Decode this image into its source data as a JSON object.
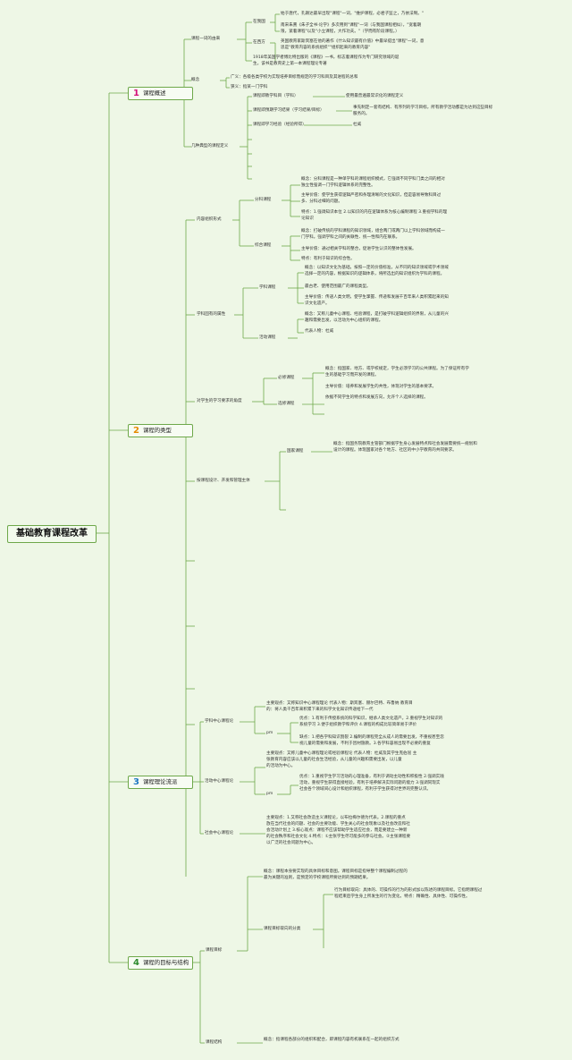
{
  "root": {
    "label": "基础教育课程改革"
  },
  "colors": {
    "line": "#6ea84a",
    "num1": "#d4107a",
    "num2": "#e68a00",
    "num3": "#1f78c2",
    "num4": "#2e8b2e"
  },
  "topics": [
    {
      "num": "1",
      "label": "课程概述"
    },
    {
      "num": "2",
      "label": "课程的类型"
    },
    {
      "num": "3",
      "label": "课程理论流派"
    },
    {
      "num": "4",
      "label": "课程的目标与结构"
    }
  ],
  "nodes": {
    "t1_origin": "课程一词的由来",
    "t1_china": "在我国",
    "t1_china_1a": "始于唐代，孔颖达最早出现\"课程\"一词，\"维护课程，必君子监之，乃依法制。\"",
    "t1_china_2a": "南宋朱熹《朱子全书·论学》多次用到\"课程\"一词（与我国课程相似），\"宽着期",
    "t1_china_2b": "限，紧着课程\"以及\"小立课程，大作功夫。\"（学而有阶段课程。）",
    "t1_west": "在西方",
    "t1_west_1a": "英国教育家斯宾塞在他的著作《什么知识最有价值》中最早提出\"课程\"一词，意",
    "t1_west_1b": "思是\"教育内容的系统组织\"\"组织起来的教育内容\"",
    "t1_west_2a": "1918年美国学者博比特出版的《课程》一书，标志着课程作为专门研究领域的诞",
    "t1_west_2b": "生。该书是教育史上第一本课程理论专著",
    "t1_concept": "概念",
    "t1_concept_broad": "广义：各级各类学校为实现培养目标而规定的学习科目及其进程的总和",
    "t1_concept_narrow": "狭义：指某一门学科",
    "t1_types": "几种典型的课程定义",
    "t1_type1": "课程即教学科目（学科）",
    "t1_type1_d": "使用最普遍最常识化的课程定义",
    "t1_type2": "课程即预期学习结果（学习结果/目标）",
    "t1_type2_da": "事先制定一套有结构、有序列的学习目标，所有教学活动都是为达到这些目标",
    "t1_type2_db": "服务的。",
    "t1_type3": "课程即学习经验（经验所得）",
    "t1_type3_d": "杜威",
    "t2_form": "内容组织形式",
    "t2_subject": "分科课程",
    "t2_subject_c1a": "概念：分科课程是一种单学科的课程组织模式，它强调不同学科门类之间的相对",
    "t2_subject_c1b": "独立性强调一门学科逻辑体系的完整性。",
    "t2_subject_c2a": "主导价值：使学生获得逻辑严密和条理清晰的文化知识，但是容易导致科目过",
    "t2_subject_c2b": "多、分科过细的问题。",
    "t2_subject_c3a": "特点：1.强调知识本位 2.以知识的内在逻辑体系为核心编制课程 3.重视学科的理",
    "t2_subject_c3b": "论知识",
    "t2_integ": "综合课程",
    "t2_integ_c1a": "概念：打破传统的学科课程的知识领域，组合两门或两门以上学科领域而构成一",
    "t2_integ_c1b": "门学科。强调学科之间的关联性、统一性和内在联系。",
    "t2_integ_c2": "主导价值：通过相关学科的整合，促进学生认识的整体性发展。",
    "t2_integ_c3": "特点：有利于知识的综合性。",
    "t2_nature": "学科固有的属性",
    "t2_discipline": "学科课程",
    "t2_disc_c1a": "概念：以知识文化为基础，按照一定的价值标准，从不同的知识领域或学术领域",
    "t2_disc_c1b": "选择一定的内容，根据知识的逻辑体系，将所选出的知识组织为学科的课程。",
    "t2_disc_c2": "最古老、使用范围最广的课程类型。",
    "t2_disc_c3a": "主导价值：传递人类文明，使学生掌握、传递和发展千百年来人类积累起来的知",
    "t2_disc_c3b": "识文化遗产。",
    "t2_activity": "活动课程",
    "t2_act_c1a": "概念：又称儿童中心课程、经验课程，是打破学科逻辑组织的界限，从儿童的兴",
    "t2_act_c1b": "趣和需要出发，以活动为中心组织的课程。",
    "t2_act_c2": "代表人物：杜威",
    "t2_require": "对学生的学习要求的角度",
    "t2_compulsory": "必修课程",
    "t2_comp_c1a": "概念：指国家、地方、或学校规定，学生必须学习的公共课程。为了保证所有学",
    "t2_comp_c1b": "生的基础学习而开发的课程。",
    "t2_comp_c2": "主导价值：培养和发展学生的共性，体现对学生的基本要求。",
    "t2_elective": "选修课程",
    "t2_elective_c": "依据不同学生的特点和发展方向，允许个人选择的课程。",
    "t2_design": "按课程设计、开发和管理主体",
    "t2_national": "国家课程",
    "t2_nat_c1a": "概念：指国务院教育主管部门根据学生身心发展特点和社会发展需要统一规划和",
    "t2_nat_c1b": "设计的课程。体现国家对各个地方、社区的中小学教育的共同要求。",
    "t3_subj_center": "学科中心课程论",
    "t3_sc_view_a": "主要观点：又称知识中心课程理论 代表人物：斯宾塞、赫尔巴特、布鲁纳 教育目",
    "t3_sc_view_b": "的：将人类千百年来积累下来的科学文化知识传递给下一代",
    "t3_sc_pm": "pm",
    "t3_sc_pro_a": "优点：1.有利于传授系统的科学知识，继承人类文化遗产。2.重视学生对知识的",
    "t3_sc_pro_b": "系统学习 3.便于组织教学和评价 4.课程的构成比较简单易于评价",
    "t3_sc_con_a": "缺点：1.把各学科知识割裂 2.编制的课程完全从成人的需要出发，不重视甚至忽",
    "t3_sc_con_b": "视儿童的需要和发展，不利于因材施教。3.各学科容易出现不必要的重复",
    "t3_act_center": "活动中心课程论",
    "t3_ac_view_a": "主要观点：又称儿童中心课程理论或经验课程论 代表人物：杜威及其学生克伯屈 主",
    "t3_ac_view_b": "张教育内容应该以儿童的社会生活经验，从儿童的兴趣和需要出发，以儿童",
    "t3_ac_view_c": "的活动为中心。",
    "t3_ac_pm": "pm",
    "t3_ac_pro_a": "优点：1.重视学生学习活动的心理准备，有利于调动主动性和积极性 2.强调实践",
    "t3_ac_pro_b": "活动，重视学生获得直接经验，有利于培养解决实际问题的能力 3.强调同现实",
    "t3_ac_pro_c": "社会各个领域间心设计和组织课程，有利于学生获得对世界的完整认识。",
    "t3_soc_center": "社会中心课程论",
    "t3_soc_view_a": "主要观点：1.又称社会改造主义课程论，以布拉梅尔德为代表。2.课程的重点",
    "t3_soc_view_b": "放在当代社会的问题、社会的主要功能、学生关心的社会现象以及社会改造和社",
    "t3_soc_view_c": "会活动计划上 3.核心观点：课程不应该帮助学生适应社会，而是要建立一种新",
    "t3_soc_view_d": "的社会秩序和社会文化 4.特点：①主张学生尽可能多的参与社会。②主张课程要",
    "t3_soc_view_e": "以广泛的社会问题为中心。",
    "t4_goal": "课程目标",
    "t4_goal_c1a": "概念：课程本身要实现的具体目标和意图。课程目标是指导整个课程编制过程的",
    "t4_goal_c1b": "最为关键的准则，是预定的学校课程所要达到的预期结果。",
    "t4_goal_class": "课程目标取向的分类",
    "t4_behav_a": "行为目标取向：具体的、可操作的行为的形式加以陈述的课程目标。它指明课程过",
    "t4_behav_b": "程结束后学生身上所发生的行为变化。特点：精确性、具体性、可操作性。",
    "t4_structure": "课程结构",
    "t4_struct_c": "概念：指课程各部分的组织和配合，即课程内容有机联系在一起的组织方式"
  }
}
